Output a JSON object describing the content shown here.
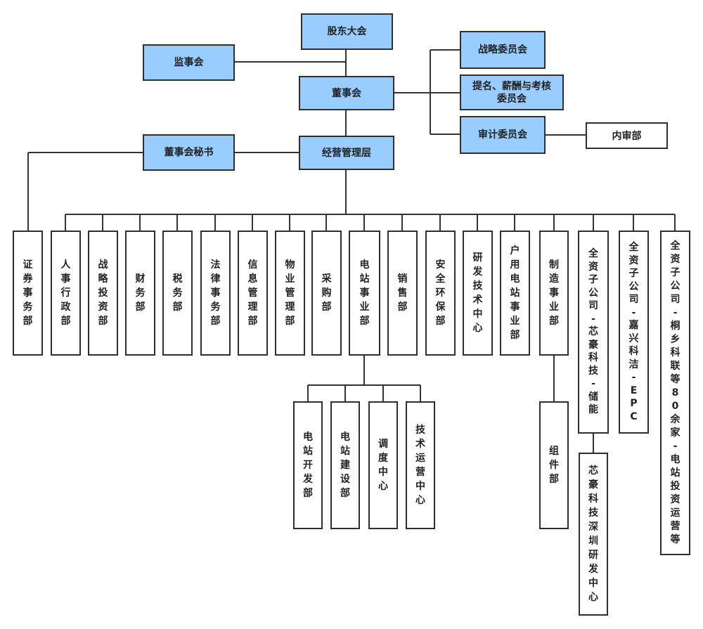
{
  "diagram": {
    "top": {
      "shareholders": "股东大会",
      "supervisory_board": "监事会",
      "board": "董事会",
      "board_secretary": "董事会秘书",
      "management": "经营管理层"
    },
    "committees": [
      {
        "label": "战略委员会"
      },
      {
        "label": "提名、薪酬与考核委员会"
      },
      {
        "label": "审计委员会"
      }
    ],
    "internal_audit": "内审部",
    "departments": [
      {
        "label": "证券事务部"
      },
      {
        "label": "人事行政部"
      },
      {
        "label": "战略投资部"
      },
      {
        "label": "财务部"
      },
      {
        "label": "税务部"
      },
      {
        "label": "法律事务部"
      },
      {
        "label": "信息管理部"
      },
      {
        "label": "物业管理部"
      },
      {
        "label": "采购部"
      },
      {
        "label": "电站事业部"
      },
      {
        "label": "销售部"
      },
      {
        "label": "安全环保部"
      },
      {
        "label": "研发技术中心"
      },
      {
        "label": "户用电站事业部"
      },
      {
        "label": "制造事业部"
      },
      {
        "label": "全资子公司-芯豪科技-储能"
      },
      {
        "label": "全资子公司-嘉兴科洁-EPC"
      },
      {
        "label": "全资子公司-桐乡科联等80余家-电站投资运营等"
      }
    ],
    "power_station_units": [
      {
        "label": "电站开发部"
      },
      {
        "label": "电站建设部"
      },
      {
        "label": "调度中心"
      },
      {
        "label": "技术运营中心"
      }
    ],
    "manufacturing_units": [
      {
        "label": "组件部"
      }
    ],
    "xinhao_units": [
      {
        "label": "芯豪科技深圳研发中心"
      }
    ],
    "colors": {
      "governance_fill": "#99ccff",
      "department_fill": "#ffffff",
      "line": "#333333"
    }
  }
}
